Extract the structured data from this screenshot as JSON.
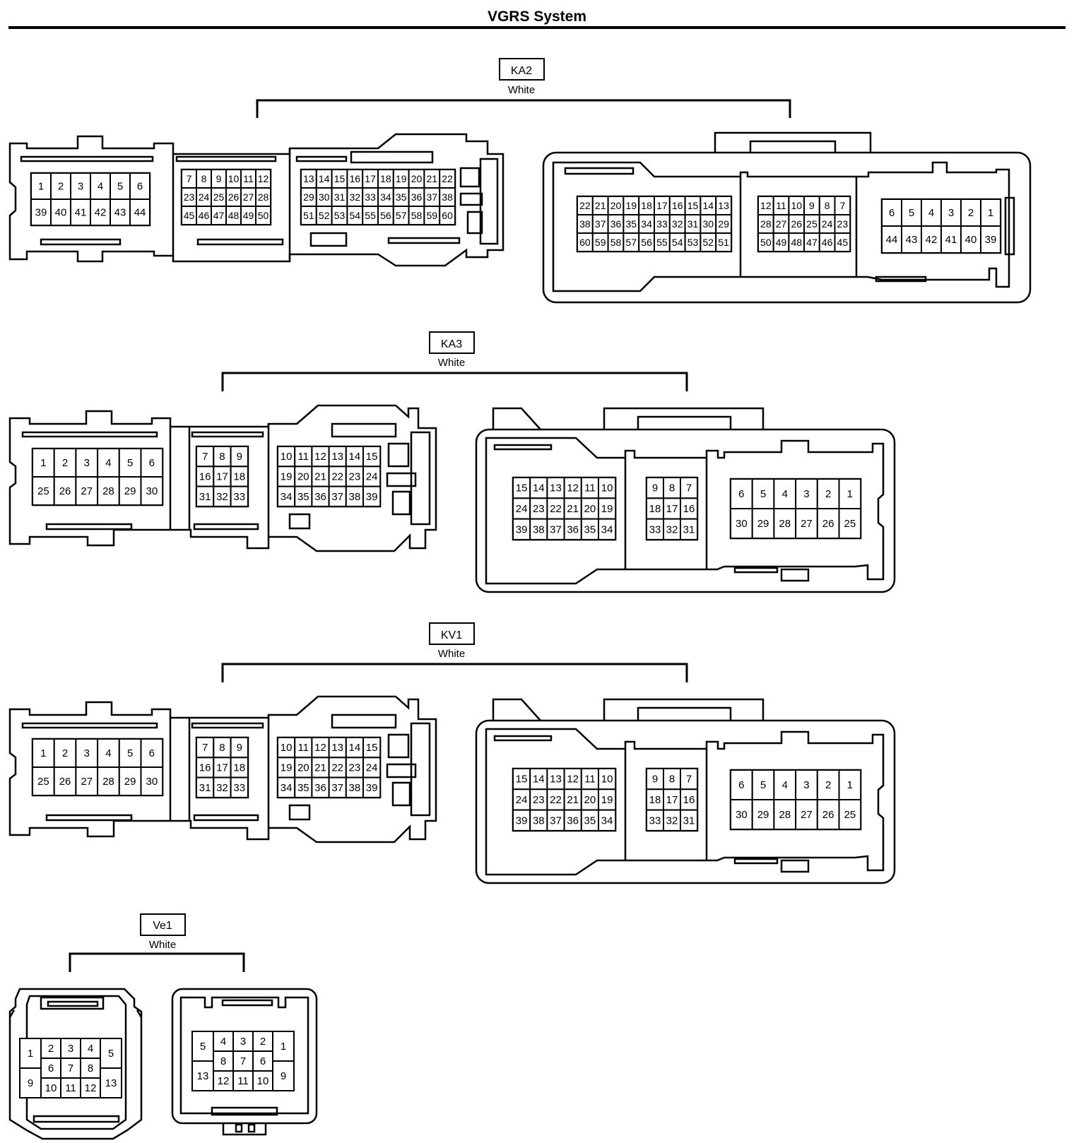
{
  "page": {
    "title": "VGRS System"
  },
  "connectors": [
    {
      "id": "KA2",
      "label": "KA2",
      "color": "White",
      "male": {
        "groups": [
          {
            "rows": [
              [
                "1",
                "2",
                "3",
                "4",
                "5",
                "6"
              ],
              [
                "39",
                "40",
                "41",
                "42",
                "43",
                "44"
              ]
            ]
          },
          {
            "rows": [
              [
                "7",
                "8",
                "9",
                "10",
                "11",
                "12"
              ],
              [
                "23",
                "24",
                "25",
                "26",
                "27",
                "28"
              ],
              [
                "45",
                "46",
                "47",
                "48",
                "49",
                "50"
              ]
            ]
          },
          {
            "rows": [
              [
                "13",
                "14",
                "15",
                "16",
                "17",
                "18",
                "19",
                "20",
                "21",
                "22"
              ],
              [
                "29",
                "30",
                "31",
                "32",
                "33",
                "34",
                "35",
                "36",
                "37",
                "38"
              ],
              [
                "51",
                "52",
                "53",
                "54",
                "55",
                "56",
                "57",
                "58",
                "59",
                "60"
              ]
            ]
          }
        ]
      },
      "female": {
        "groups": [
          {
            "rows": [
              [
                "22",
                "21",
                "20",
                "19",
                "18",
                "17",
                "16",
                "15",
                "14",
                "13"
              ],
              [
                "38",
                "37",
                "36",
                "35",
                "34",
                "33",
                "32",
                "31",
                "30",
                "29"
              ],
              [
                "60",
                "59",
                "58",
                "57",
                "56",
                "55",
                "54",
                "53",
                "52",
                "51"
              ]
            ]
          },
          {
            "rows": [
              [
                "12",
                "11",
                "10",
                "9",
                "8",
                "7"
              ],
              [
                "28",
                "27",
                "26",
                "25",
                "24",
                "23"
              ],
              [
                "50",
                "49",
                "48",
                "47",
                "46",
                "45"
              ]
            ]
          },
          {
            "rows": [
              [
                "6",
                "5",
                "4",
                "3",
                "2",
                "1"
              ],
              [
                "44",
                "43",
                "42",
                "41",
                "40",
                "39"
              ]
            ]
          }
        ]
      }
    },
    {
      "id": "KA3",
      "label": "KA3",
      "color": "White",
      "male": {
        "groups": [
          {
            "rows": [
              [
                "1",
                "2",
                "3",
                "4",
                "5",
                "6"
              ],
              [
                "25",
                "26",
                "27",
                "28",
                "29",
                "30"
              ]
            ]
          },
          {
            "rows": [
              [
                "7",
                "8",
                "9"
              ],
              [
                "16",
                "17",
                "18"
              ],
              [
                "31",
                "32",
                "33"
              ]
            ]
          },
          {
            "rows": [
              [
                "10",
                "11",
                "12",
                "13",
                "14",
                "15"
              ],
              [
                "19",
                "20",
                "21",
                "22",
                "23",
                "24"
              ],
              [
                "34",
                "35",
                "36",
                "37",
                "38",
                "39"
              ]
            ]
          }
        ]
      },
      "female": {
        "groups": [
          {
            "rows": [
              [
                "15",
                "14",
                "13",
                "12",
                "11",
                "10"
              ],
              [
                "24",
                "23",
                "22",
                "21",
                "20",
                "19"
              ],
              [
                "39",
                "38",
                "37",
                "36",
                "35",
                "34"
              ]
            ]
          },
          {
            "rows": [
              [
                "9",
                "8",
                "7"
              ],
              [
                "18",
                "17",
                "16"
              ],
              [
                "33",
                "32",
                "31"
              ]
            ]
          },
          {
            "rows": [
              [
                "6",
                "5",
                "4",
                "3",
                "2",
                "1"
              ],
              [
                "30",
                "29",
                "28",
                "27",
                "26",
                "25"
              ]
            ]
          }
        ]
      }
    },
    {
      "id": "KV1",
      "label": "KV1",
      "color": "White",
      "male": {
        "groups": [
          {
            "rows": [
              [
                "1",
                "2",
                "3",
                "4",
                "5",
                "6"
              ],
              [
                "25",
                "26",
                "27",
                "28",
                "29",
                "30"
              ]
            ]
          },
          {
            "rows": [
              [
                "7",
                "8",
                "9"
              ],
              [
                "16",
                "17",
                "18"
              ],
              [
                "31",
                "32",
                "33"
              ]
            ]
          },
          {
            "rows": [
              [
                "10",
                "11",
                "12",
                "13",
                "14",
                "15"
              ],
              [
                "19",
                "20",
                "21",
                "22",
                "23",
                "24"
              ],
              [
                "34",
                "35",
                "36",
                "37",
                "38",
                "39"
              ]
            ]
          }
        ]
      },
      "female": {
        "groups": [
          {
            "rows": [
              [
                "15",
                "14",
                "13",
                "12",
                "11",
                "10"
              ],
              [
                "24",
                "23",
                "22",
                "21",
                "20",
                "19"
              ],
              [
                "39",
                "38",
                "37",
                "36",
                "35",
                "34"
              ]
            ]
          },
          {
            "rows": [
              [
                "9",
                "8",
                "7"
              ],
              [
                "18",
                "17",
                "16"
              ],
              [
                "33",
                "32",
                "31"
              ]
            ]
          },
          {
            "rows": [
              [
                "6",
                "5",
                "4",
                "3",
                "2",
                "1"
              ],
              [
                "30",
                "29",
                "28",
                "27",
                "26",
                "25"
              ]
            ]
          }
        ]
      }
    },
    {
      "id": "Ve1",
      "label": "Ve1",
      "color": "White",
      "male": {
        "side_left": [
          "1",
          "9"
        ],
        "rows": [
          [
            "2",
            "3",
            "4"
          ],
          [
            "6",
            "7",
            "8"
          ],
          [
            "10",
            "11",
            "12"
          ]
        ],
        "side_right": [
          "5",
          "13"
        ]
      },
      "female": {
        "side_left": [
          "5",
          "13"
        ],
        "rows": [
          [
            "4",
            "3",
            "2"
          ],
          [
            "8",
            "7",
            "6"
          ],
          [
            "12",
            "11",
            "10"
          ]
        ],
        "side_right": [
          "1",
          "9"
        ]
      }
    }
  ]
}
